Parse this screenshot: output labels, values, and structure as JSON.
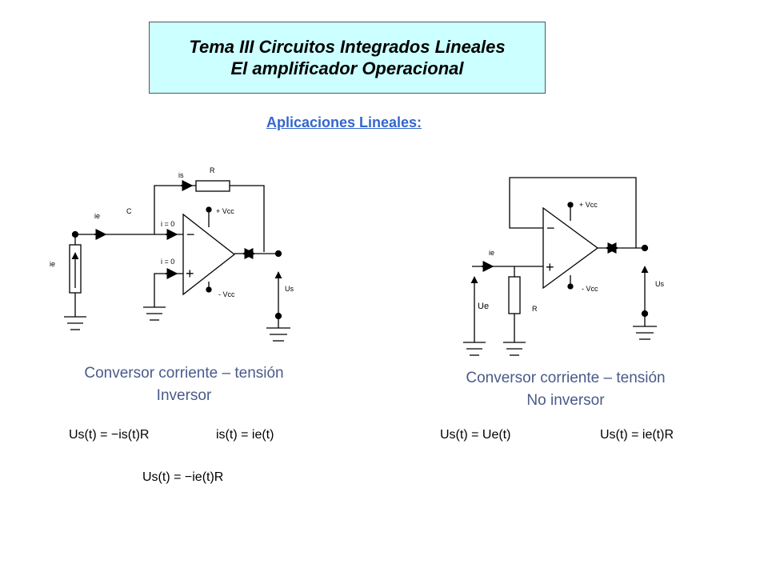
{
  "header": {
    "title_line1": "Tema III  Circuitos Integrados Lineales",
    "title_line2": "El amplificador Operacional"
  },
  "subtitle": "Aplicaciones Lineales:",
  "left_circuit": {
    "labels": {
      "is": "is",
      "R": "R",
      "ie_top": "ie",
      "C": "C",
      "i0_top": "i = 0",
      "i0_bottom": "i = 0",
      "vcc_pos": "+ Vcc",
      "vcc_neg": "- Vcc",
      "ie_source": "ie",
      "us": "Us",
      "minus": "−",
      "plus": "+"
    },
    "caption_line1": "Conversor corriente – tensión",
    "caption_line2": "Inversor",
    "equations": [
      "Us(t) = −is(t)R",
      "is(t) = ie(t)",
      "Us(t) = −ie(t)R"
    ]
  },
  "right_circuit": {
    "labels": {
      "vcc_pos": "+ Vcc",
      "vcc_neg": "- Vcc",
      "ie": "ie",
      "ue": "Ue",
      "R": "R",
      "us": "Us",
      "minus": "−",
      "plus": "+"
    },
    "caption_line1": "Conversor corriente – tensión",
    "caption_line2": "No inversor",
    "equations": [
      "Us(t) = Ue(t)",
      "Us(t) = ie(t)R"
    ]
  }
}
